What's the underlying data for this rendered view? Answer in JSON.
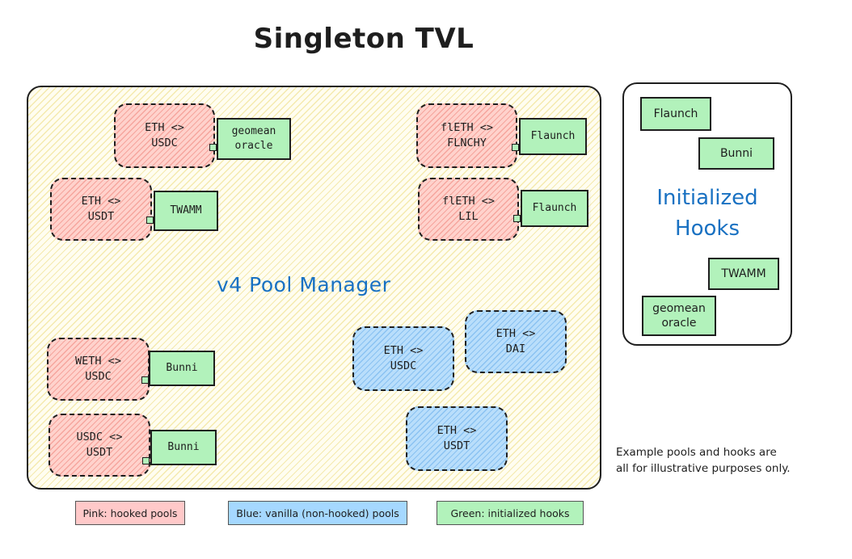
{
  "title": "Singleton TVL",
  "manager_label": "v4 Pool Manager",
  "hooked_pools": [
    {
      "pair": "ETH <>\nUSDC",
      "hook": "geomean\noracle"
    },
    {
      "pair": "ETH <>\nUSDT",
      "hook": "TWAMM"
    },
    {
      "pair": "flETH <>\nFLNCHY",
      "hook": "Flaunch"
    },
    {
      "pair": "flETH <>\nLIL",
      "hook": "Flaunch"
    },
    {
      "pair": "WETH <>\nUSDC",
      "hook": "Bunni"
    },
    {
      "pair": "USDC <>\nUSDT",
      "hook": "Bunni"
    }
  ],
  "vanilla_pools": [
    {
      "pair": "ETH <>\nUSDC"
    },
    {
      "pair": "ETH <>\nDAI"
    },
    {
      "pair": "ETH <>\nUSDT"
    }
  ],
  "initialized_hooks_panel": {
    "label": "Initialized\nHooks",
    "hooks": [
      "Flaunch",
      "Bunni",
      "TWAMM",
      "geomean\noracle"
    ]
  },
  "note": "Example pools and hooks are\nall for illustrative purposes only.",
  "legend": {
    "pink": "Pink: hooked pools",
    "blue": "Blue: vanilla (non-hooked) pools",
    "green": "Green: initialized hooks"
  },
  "colors": {
    "hooked_pool": "#ffc9c9",
    "vanilla_pool": "#a5d8ff",
    "hook": "#b2f2bb",
    "manager_fill": "#fff9db",
    "accent_text": "#1971c2"
  }
}
